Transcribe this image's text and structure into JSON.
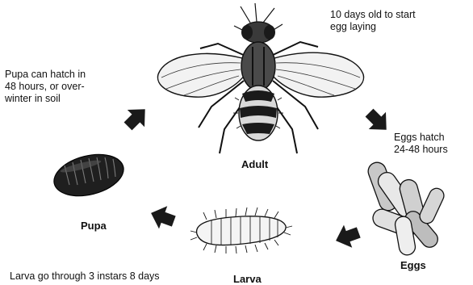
{
  "stages": {
    "adult": "Adult",
    "eggs": "Eggs",
    "larva": "Larva",
    "pupa": "Pupa"
  },
  "notes": {
    "adult": "10 days old to start\negg laying",
    "eggs": "Eggs hatch\n24-48 hours",
    "larva": "Larva go through 3 instars 8 days",
    "pupa": "Pupa can hatch in\n48 hours, or over-\nwinter in soil"
  },
  "colors": {
    "ink": "#111111",
    "arrow": "#1a1a1a",
    "body": "#2a2a2a"
  },
  "icons": [
    "fly-icon",
    "eggs-icon",
    "larva-icon",
    "pupa-icon",
    "arrow-icon"
  ]
}
